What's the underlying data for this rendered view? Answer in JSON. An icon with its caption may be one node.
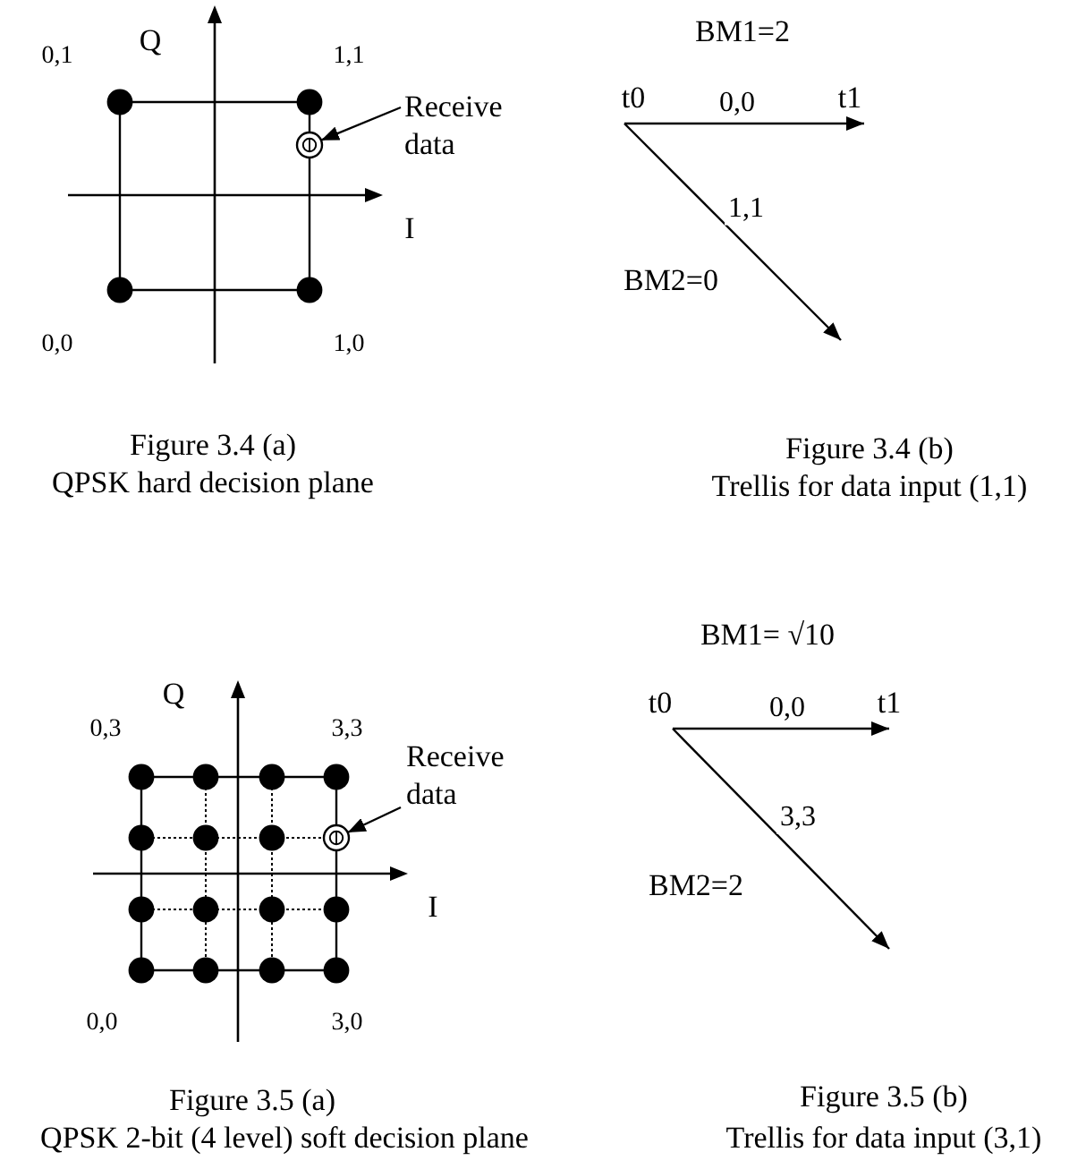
{
  "diagram": {
    "nodes": [
      {
        "text": [
          "Receive data"
        ]
      },
      {
        "text": [],
        "shape": "circle"
      },
      {
        "text": [
          "t0"
        ]
      },
      {
        "text": [
          "t1"
        ]
      },
      {
        "text": [
          "Receive data"
        ]
      },
      {
        "text": [],
        "shape": "circle"
      },
      {
        "text": [
          "t0"
        ]
      },
      {
        "text": [
          "t1"
        ]
      }
    ],
    "edges": [
      {
        "from": 0,
        "to": 1,
        "arrow": "to"
      },
      {
        "from": 2,
        "to": 3,
        "arrow": "to",
        "label": "0,0"
      },
      {
        "from": 2,
        "to": null,
        "arrow": "to",
        "label": "1,1"
      },
      {
        "from": 4,
        "to": 5,
        "arrow": "to"
      },
      {
        "from": 6,
        "to": 7,
        "arrow": "to",
        "label": "0,0"
      },
      {
        "from": 6,
        "to": null,
        "arrow": "to",
        "label": "3,3"
      }
    ],
    "labels": [
      "0,1",
      "Q",
      "1,1",
      "I",
      "0,0",
      "1,0",
      "Figure 3.4 (a)",
      "QPSK hard decision plane",
      "BM1=2",
      "BM2=0",
      "Figure 3.4 (b)",
      "Trellis for data input (1,1)",
      "Q",
      "0,3",
      "3,3",
      "I",
      "0,0",
      "3,0",
      "Figure 3.5 (a)",
      "QPSK 2-bit (4 level) soft decision plane",
      "BM1= √10",
      "BM2=2",
      "Figure 3.5 (b)",
      "Trellis for data input (3,1)"
    ]
  }
}
